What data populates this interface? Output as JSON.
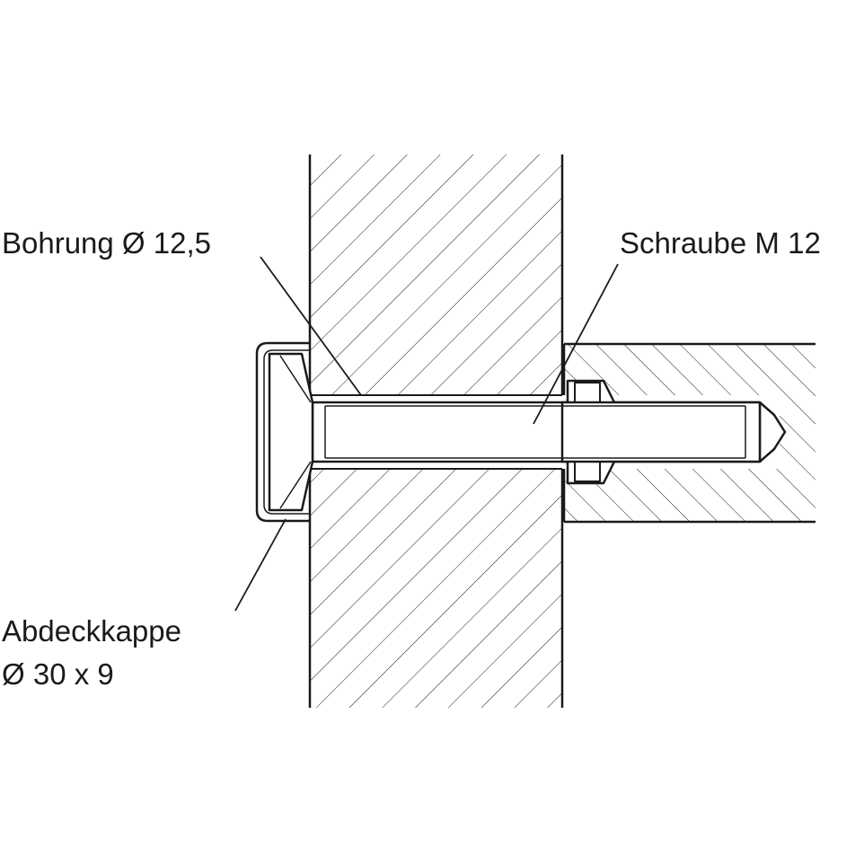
{
  "labels": {
    "bohrung": "Bohrung Ø 12,5",
    "schraube": "Schraube M 12",
    "abdeckkappe_line1": "Abdeckkappe",
    "abdeckkappe_line2": "Ø 30 x 9"
  },
  "colors": {
    "stroke": "#1a1a1a",
    "background": "#ffffff"
  },
  "icons": {
    "wall": "hatched-wall-section",
    "shelf": "hatched-shelf-section",
    "screw": "countersunk-screw",
    "cap": "cover-cap"
  }
}
